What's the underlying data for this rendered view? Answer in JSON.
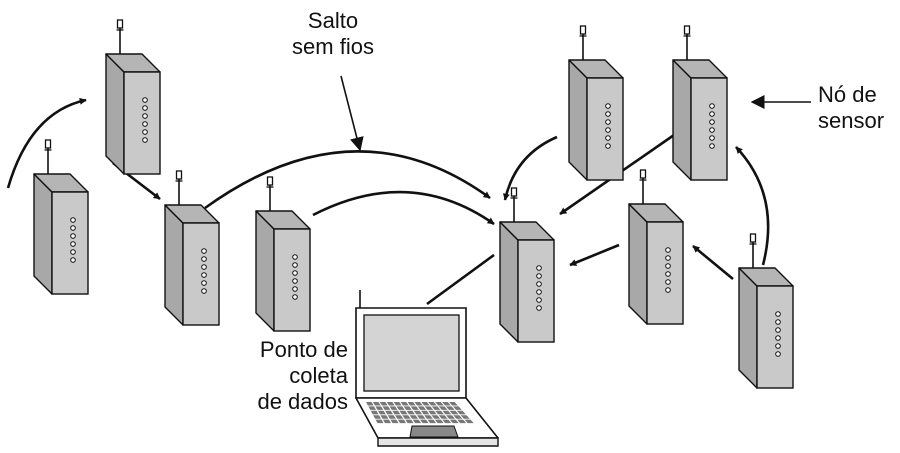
{
  "labels": {
    "wireless_hop": {
      "line1": "Salto",
      "line2": "sem fios"
    },
    "sensor_node": {
      "line1": "Nó de",
      "line2": "sensor"
    },
    "collection_point": {
      "line1": "Ponto de",
      "line2": "coleta",
      "line3": "de dados"
    }
  },
  "colors": {
    "node_front": "#a8a8a8",
    "node_side": "#c9c9c9",
    "node_top": "#b5b5b5",
    "stroke": "#111111",
    "led": "#ffffff",
    "laptop_screen": "#d4d4d4",
    "laptop_body": "#ffffff"
  }
}
